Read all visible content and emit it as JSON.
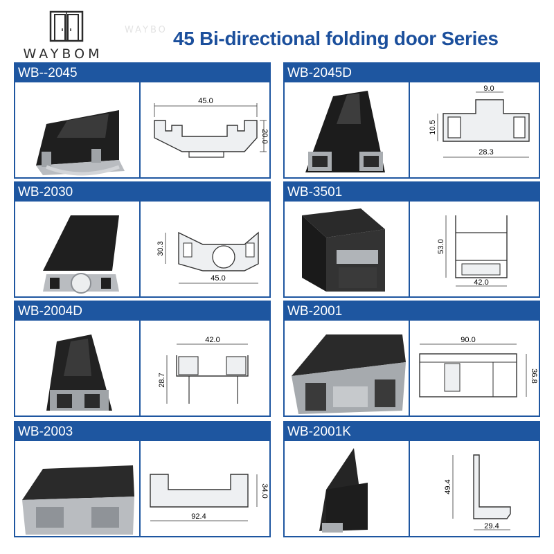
{
  "brand": {
    "name": "WAYBOM",
    "watermark": "WAYBO"
  },
  "title": "45 Bi-directional folding door Series",
  "colors": {
    "accent": "#1e56a0",
    "title": "#1b4f9c",
    "profile_dark": "#262626",
    "profile_metal": "#b9bcc0"
  },
  "products": [
    {
      "code": "WB--2045",
      "dims": [
        "45.0",
        "20.0"
      ]
    },
    {
      "code": "WB-2045D",
      "dims": [
        "9.0",
        "10.5",
        "28.3"
      ]
    },
    {
      "code": "WB-2030",
      "dims": [
        "30.3",
        "45.0"
      ]
    },
    {
      "code": "WB-3501",
      "dims": [
        "53.0",
        "42.0"
      ]
    },
    {
      "code": "WB-2004D",
      "dims": [
        "42.0",
        "28.7"
      ]
    },
    {
      "code": "WB-2001",
      "dims": [
        "90.0",
        "36.8"
      ]
    },
    {
      "code": "WB-2003",
      "dims": [
        "34.0",
        "92.4"
      ]
    },
    {
      "code": "WB-2001K",
      "dims": [
        "49.4",
        "29.4"
      ]
    }
  ]
}
